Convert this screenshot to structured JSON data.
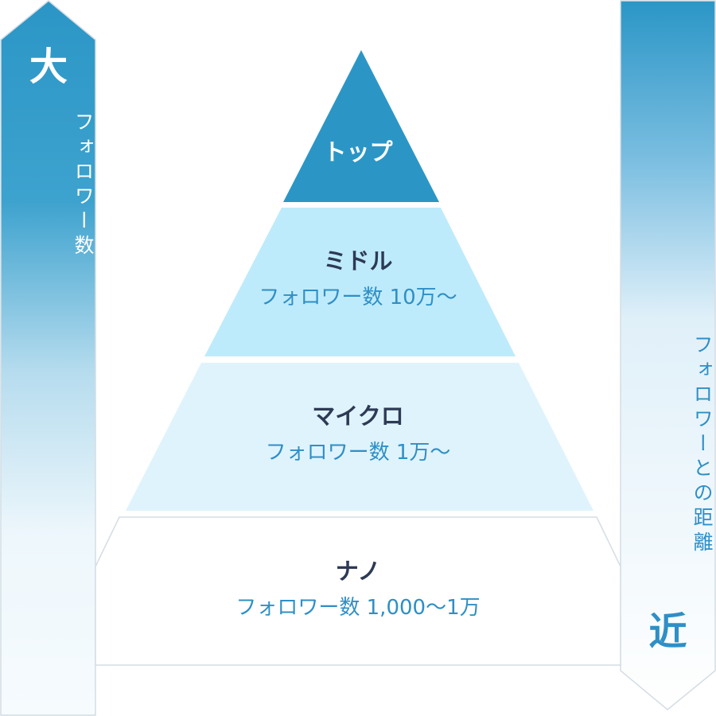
{
  "left_arrow": {
    "big": "大",
    "label": "フォロワー数"
  },
  "right_arrow": {
    "big": "近",
    "label": "フォロワーとの距離"
  },
  "tiers": [
    {
      "name": "トップ",
      "followers": ""
    },
    {
      "name": "ミドル",
      "followers": "フォロワー数 10万〜"
    },
    {
      "name": "マイクロ",
      "followers": "フォロワー数 1万〜"
    },
    {
      "name": "ナノ",
      "followers": "フォロワー数 1,000〜1万"
    }
  ],
  "colors": {
    "accent": "#2b96c6",
    "top_fill": "#2b96c6",
    "middle_fill": "#beebfb",
    "micro_fill": "#dff3fc",
    "nano_fill": "#ffffff",
    "dark_text": "#2d3a55"
  }
}
